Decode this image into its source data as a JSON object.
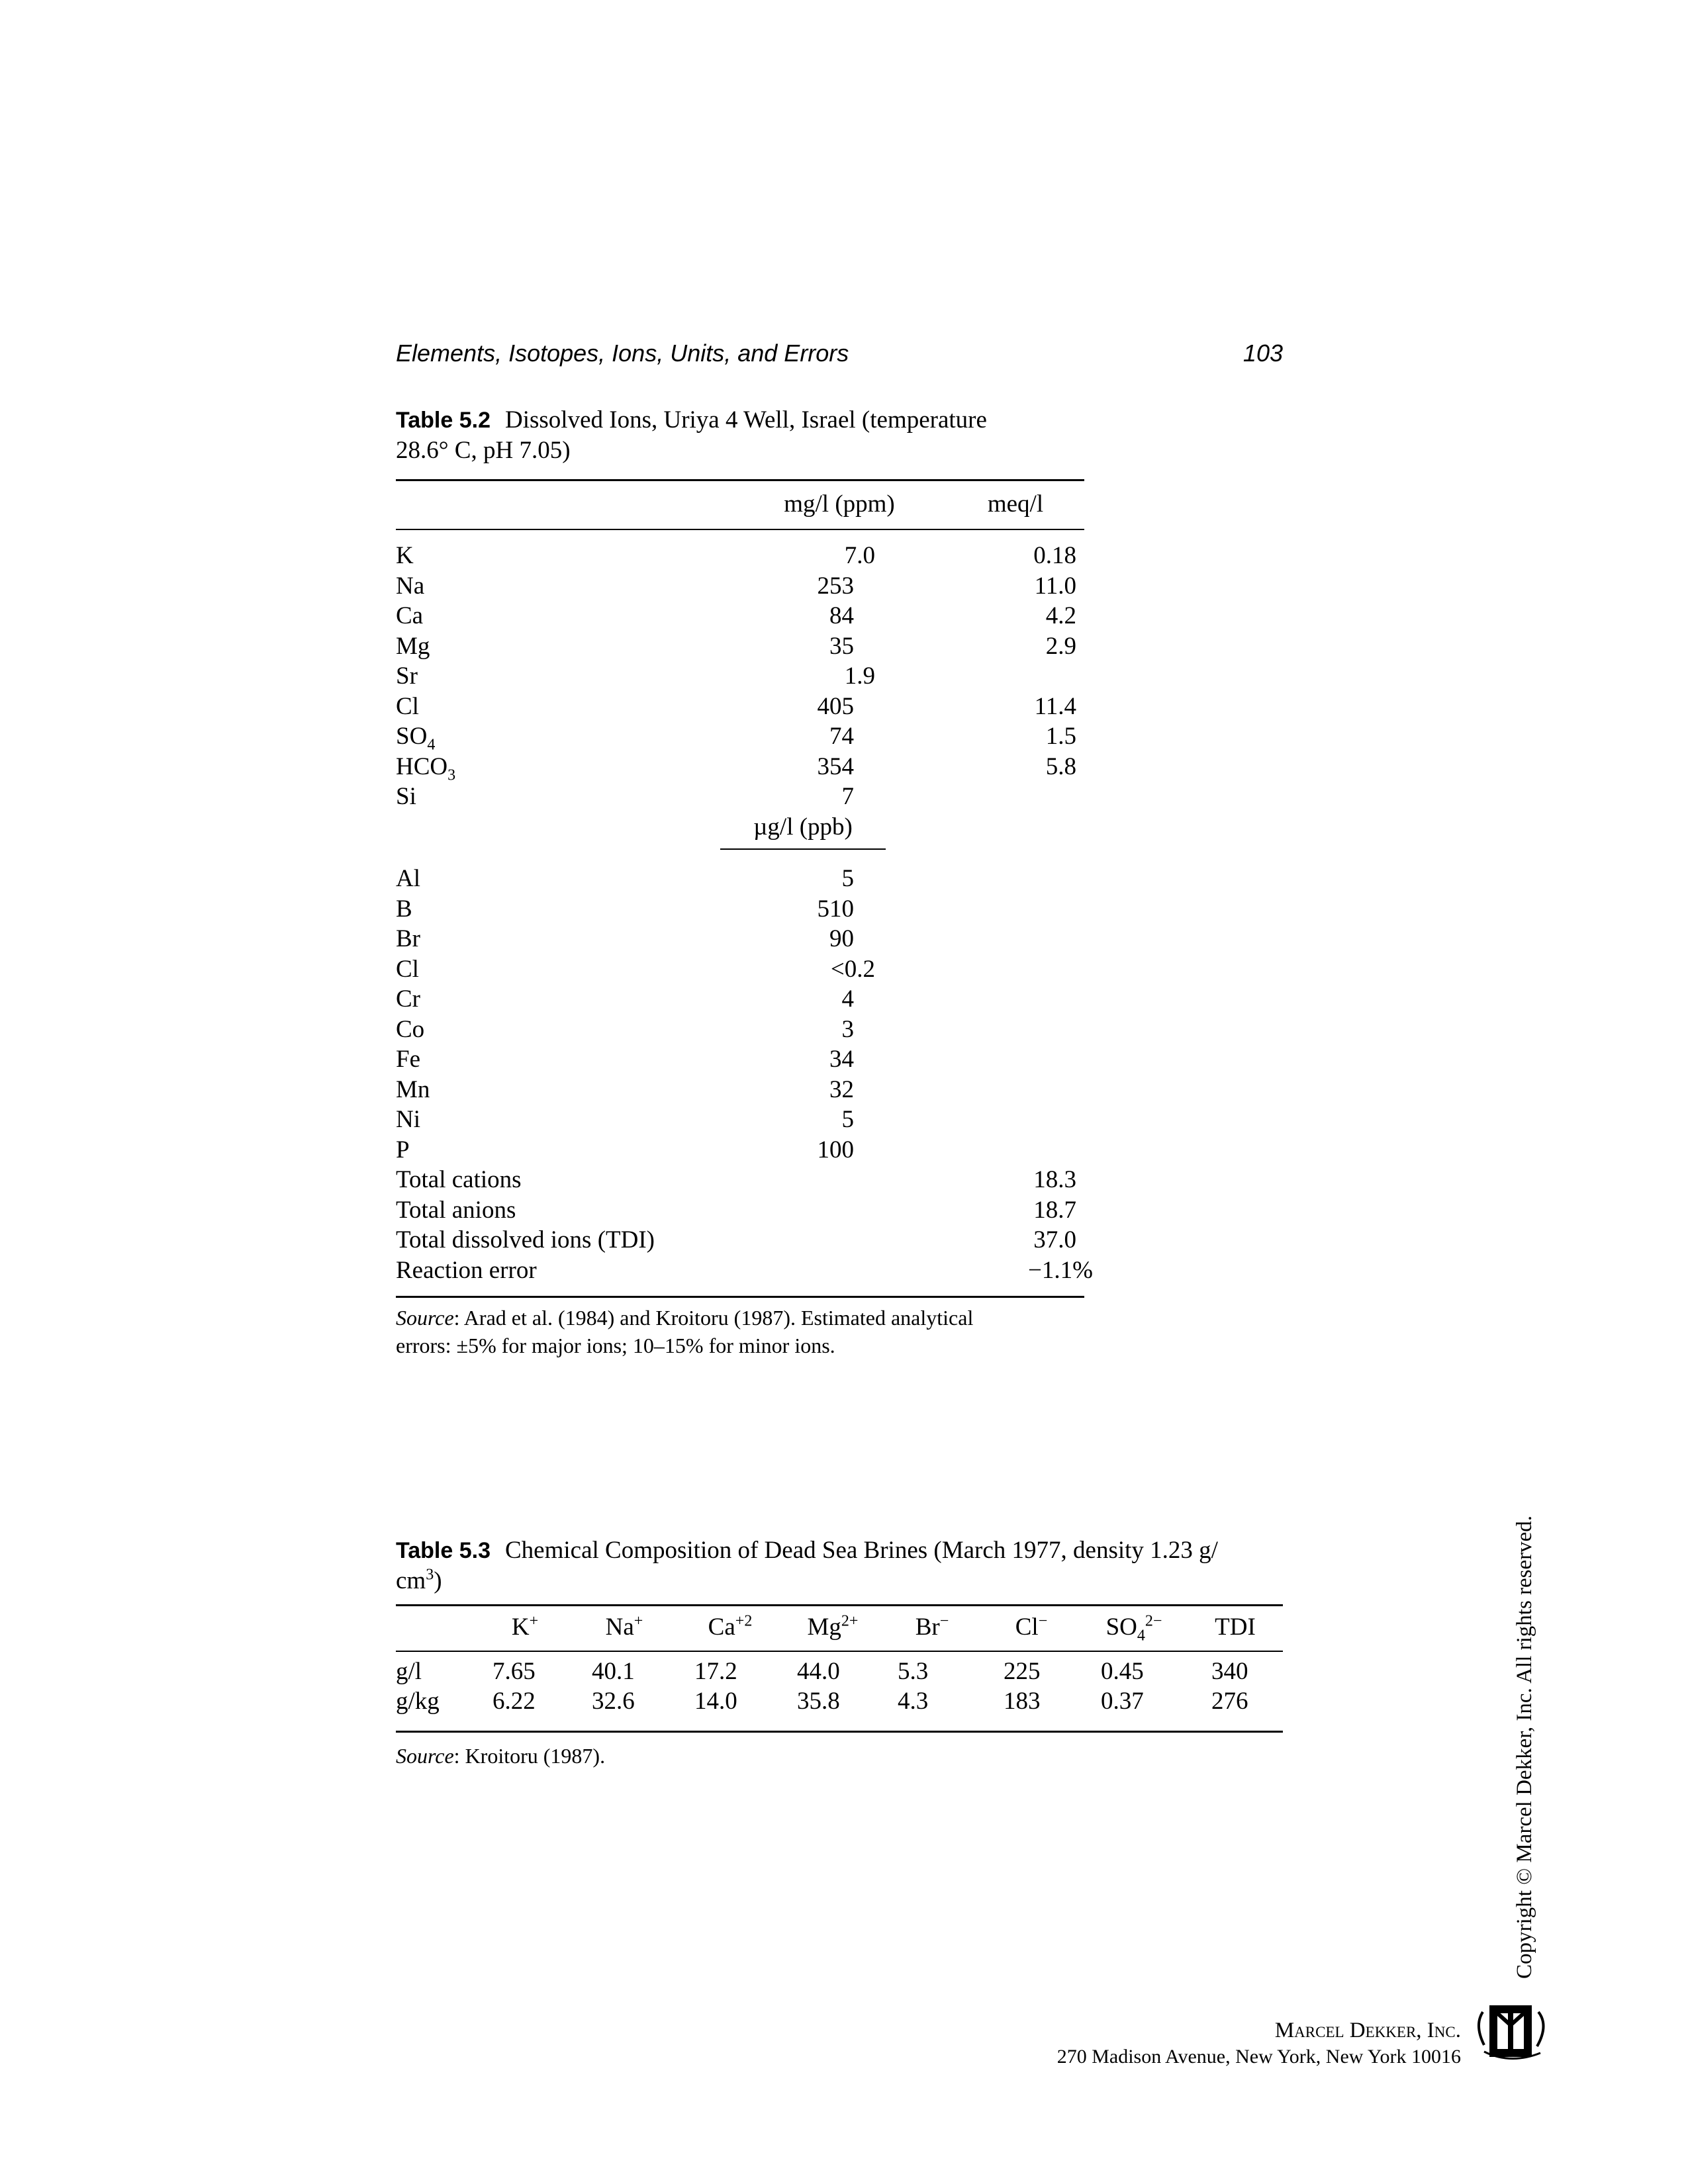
{
  "header": {
    "title": "Elements, Isotopes, Ions, Units, and Errors",
    "page": "103"
  },
  "table52": {
    "label": "Table 5.2",
    "caption_line1": "Dissolved Ions, Uriya 4 Well, Israel (temperature",
    "caption_line2": "28.6° C, pH 7.05)",
    "col1": "mg/l (ppm)",
    "col2": "meq/l",
    "rows_major": [
      {
        "n": "K",
        "v": "7.0",
        "m": "0.18"
      },
      {
        "n": "Na",
        "v": "253",
        "m": "11.0"
      },
      {
        "n": "Ca",
        "v": "84",
        "m": "4.2"
      },
      {
        "n": "Mg",
        "v": "35",
        "m": "2.9"
      },
      {
        "n": "Sr",
        "v": "1.9",
        "m": ""
      },
      {
        "n": "Cl",
        "v": "405",
        "m": "11.4"
      },
      {
        "n": "SO",
        "sub": "4",
        "v": "74",
        "m": "1.5"
      },
      {
        "n": "HCO",
        "sub": "3",
        "v": "354",
        "m": "5.8"
      },
      {
        "n": "Si",
        "v": "7",
        "m": ""
      }
    ],
    "sub_header": "µg/l (ppb)",
    "rows_minor": [
      {
        "n": "Al",
        "v": "5"
      },
      {
        "n": "B",
        "v": "510"
      },
      {
        "n": "Br",
        "v": "90"
      },
      {
        "n": "Cl",
        "v": "<0.2"
      },
      {
        "n": "Cr",
        "v": "4"
      },
      {
        "n": "Co",
        "v": "3"
      },
      {
        "n": "Fe",
        "v": "34"
      },
      {
        "n": "Mn",
        "v": "32"
      },
      {
        "n": "Ni",
        "v": "5"
      },
      {
        "n": "P",
        "v": "100"
      }
    ],
    "totals": [
      {
        "n": "Total cations",
        "m": "18.3"
      },
      {
        "n": "Total anions",
        "m": "18.7"
      },
      {
        "n": "Total dissolved ions (TDI)",
        "m": "37.0"
      },
      {
        "n": "Reaction error",
        "m": "−1.1%"
      }
    ],
    "source_label": "Source",
    "source_line1": ": Arad et al. (1984) and Kroitoru (1987). Estimated analytical",
    "source_line2": "errors: ±5% for major ions; 10–15% for minor ions."
  },
  "table53": {
    "label": "Table 5.3",
    "caption_line1": "Chemical Composition of Dead Sea Brines (March 1977, density 1.23 g/",
    "caption_line2": "cm",
    "caption_sup": "3",
    "caption_end": ")",
    "headers": [
      {
        "b": "K",
        "sup": "+"
      },
      {
        "b": "Na",
        "sup": "+"
      },
      {
        "b": "Ca",
        "sup": "+2"
      },
      {
        "b": "Mg",
        "sup": "2+"
      },
      {
        "b": "Br",
        "sup": "−"
      },
      {
        "b": "Cl",
        "sup": "−"
      },
      {
        "b": "SO",
        "sub": "4",
        "sup": "2−"
      },
      {
        "b": "TDI"
      }
    ],
    "rows": [
      {
        "unit": "g/l",
        "vals": [
          "7.65",
          "40.1",
          "17.2",
          "44.0",
          "5.3",
          "225",
          "0.45",
          "340"
        ]
      },
      {
        "unit": "g/kg",
        "vals": [
          "6.22",
          "32.6",
          "14.0",
          "35.8",
          "4.3",
          "183",
          "0.37",
          "276"
        ]
      }
    ],
    "source_label": "Source",
    "source_text": ": Kroitoru (1987)."
  },
  "footer": {
    "copyright": "Copyright © Marcel Dekker, Inc. All rights reserved.",
    "publisher": "Marcel Dekker, Inc.",
    "address": "270 Madison Avenue, New York, New York 10016"
  }
}
